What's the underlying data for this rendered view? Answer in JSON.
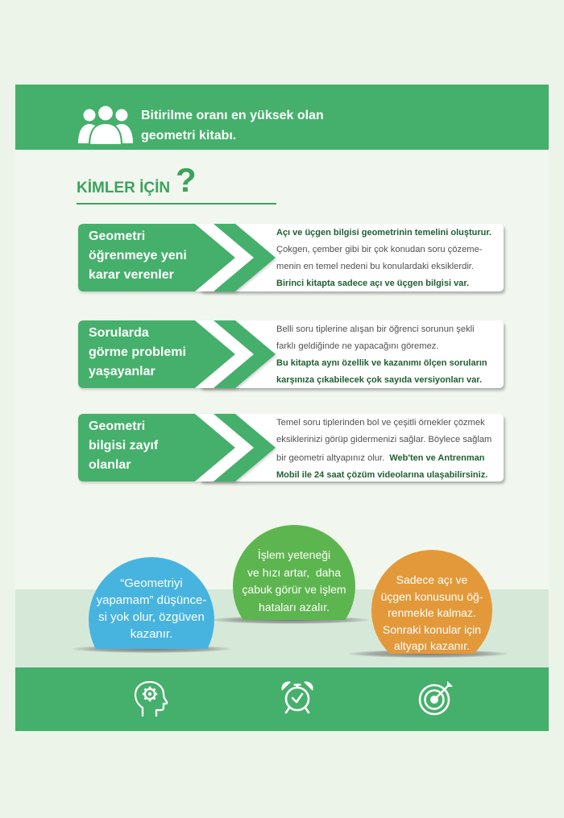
{
  "colors": {
    "page_bg": "#ecf4e9",
    "panel_bg": "#f1f7ef",
    "brand_green": "#45b06b",
    "title_green": "#3ba35c",
    "text_dark_green": "#1f5f33",
    "text_gray": "#505050",
    "band": "#d6e9d9",
    "blue": "#47b4e0",
    "green_circle": "#5db54f",
    "orange": "#e3993a"
  },
  "header": {
    "icon": "people-group-icon",
    "lines": [
      "Bitirilme oranı en yüksek olan",
      "geometri kitabı."
    ]
  },
  "section": {
    "title": "KİMLER İÇİN",
    "mark": "?"
  },
  "rows": [
    {
      "label": [
        "Geometri",
        "öğrenmeye yeni",
        "karar verenler"
      ],
      "lines": [
        {
          "bold": "Açı ve üçgen bilgisi geometrinin temelini oluşturur."
        },
        {
          "regular": "Çokgen, çember gibi bir çok konudan soru çözeme-"
        },
        {
          "regular": "menin en temel nedeni bu konulardaki eksiklerdir."
        },
        {
          "bold": "Birinci kitapta sadece açı ve üçgen bilgisi var."
        }
      ]
    },
    {
      "label": [
        "Sorularda",
        "görme problemi",
        "yaşayanlar"
      ],
      "lines": [
        {
          "regular": "Belli soru tiplerine alışan bir öğrenci sorunun şekli"
        },
        {
          "regular": "farklı geldiğinde ne yapacağını göremez."
        },
        {
          "bold": "Bu kitapta aynı özellik ve kazanımı ölçen soruların"
        },
        {
          "bold": "karşınıza çıkabilecek çok sayıda versiyonları var."
        }
      ]
    },
    {
      "label": [
        "Geometri",
        "bilgisi zayıf",
        "olanlar"
      ],
      "lines": [
        {
          "regular": "Temel soru tiplerinden bol ve çeşitli örnekler çözmek"
        },
        {
          "regular": "eksiklerinizi görüp gidermenizi sağlar. Böylece sağlam"
        },
        {
          "regular": "bir geometri altyapınız olur.",
          "bold": "Web'ten ve Antrenman"
        },
        {
          "bold": "Mobil ile 24 saat çözüm videolarına ulaşabilirsiniz."
        }
      ]
    }
  ],
  "circles": [
    {
      "lines": [
        "“Geometriyi",
        "yapamam” düşünce-",
        "si yok olur, özgüven",
        "kazanır."
      ]
    },
    {
      "lines": [
        "İşlem yeteneği",
        "ve hızı artar,  daha",
        "çabuk görür ve işlem",
        "hataları azalır."
      ]
    },
    {
      "lines": [
        "Sadece açı ve",
        "üçgen konusunu öğ-",
        "renmekle kalmaz.",
        "Sonraki konular için",
        "altyapı kazanır."
      ]
    }
  ],
  "footer": {
    "icons": [
      "head-gear-icon",
      "alarm-clock-icon",
      "target-icon"
    ]
  }
}
